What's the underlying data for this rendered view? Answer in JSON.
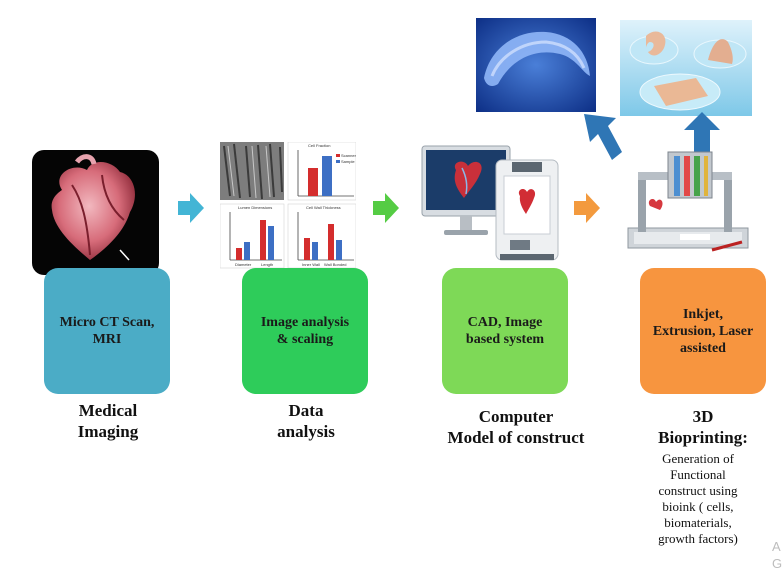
{
  "colors": {
    "stage1_box": "#4bacc6",
    "stage2_box": "#2ecc5a",
    "stage3_box": "#7ed957",
    "stage4_box": "#f7953f",
    "arrow1": "#43b5d5",
    "arrow2": "#55cc44",
    "arrow3": "#f39a3e",
    "up_arrow": "#2f76b5"
  },
  "stages": [
    {
      "box_label": "Micro CT Scan,\nMRI",
      "caption": "Medical\nImaging",
      "image_icon": "heart-scan-image"
    },
    {
      "box_label": "Image analysis\n& scaling",
      "caption": "Data\nanalysis",
      "image_icon": "analysis-charts-image",
      "panels": [
        {
          "title": "Cell Fraction",
          "legend": [
            "Scanner",
            "Sample"
          ]
        },
        {
          "title": "Lumen Dimensions",
          "ticks": [
            "Diameter",
            "Length"
          ]
        },
        {
          "title": "Cell Wall Thickness",
          "ticks": [
            "Inner Wall",
            "Wall Bonded"
          ]
        }
      ]
    },
    {
      "box_label": "CAD, Image\nbased system",
      "caption": "Computer\nModel of construct",
      "image_icon": "computer-printer-image"
    },
    {
      "box_label": "Inkjet,\nExtrusion, Laser\nassisted",
      "caption": "3D\nBioprinting:",
      "description": "Generation of\nFunctional\nconstruct using\nbioink ( cells,\nbiomaterials,\ngrowth factors)",
      "image_icon": "bioprinter-image"
    }
  ],
  "outputs": [
    {
      "image_icon": "printed-meniscus-image"
    },
    {
      "image_icon": "printed-ear-nose-skin-image"
    }
  ],
  "watermark": "A\nG"
}
